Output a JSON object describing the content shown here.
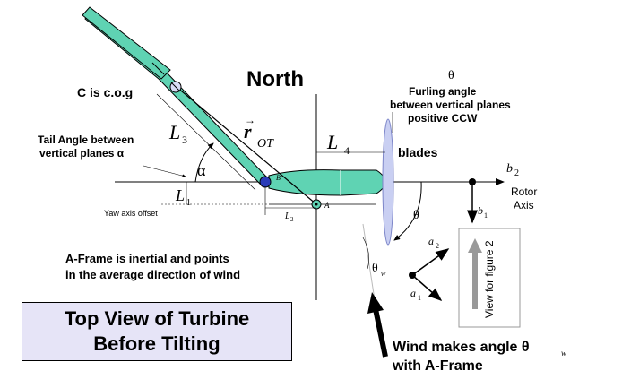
{
  "title": {
    "line1": "Top View of Turbine",
    "line2": "Before Tilting"
  },
  "labels": {
    "north": "North",
    "cog": "C is c.o.g",
    "theta_symbol": "θ",
    "furling_line1": "Furling angle",
    "furling_line2": "between vertical planes",
    "furling_line3": "positive CCW",
    "tail_angle_line1": "Tail Angle between",
    "tail_angle_line2": "vertical planes α",
    "alpha": "α",
    "L3": "L",
    "L3_sub": "3",
    "r_vec": "r",
    "r_sub": "OT",
    "L4": "L",
    "L4_sub": "4",
    "blades": "blades",
    "L1": "L",
    "L1_sub": "1",
    "L2": "L",
    "L2_sub": "2",
    "yaw_offset": "Yaw axis offset",
    "point_A": "A",
    "point_B": "B",
    "b2": "b",
    "b2_sub": "2",
    "b1": "b",
    "b1_sub": "1",
    "rotor_axis_line1": "Rotor",
    "rotor_axis_line2": "Axis",
    "a2": "a",
    "a2_sub": "2",
    "a1": "a",
    "a1_sub": "1",
    "theta_w": "θ",
    "theta_w_sub": "w",
    "theta_arc": "θ",
    "aframe_line1": "A-Frame is inertial and points",
    "aframe_line2": "in the average direction of wind",
    "view_fig2": "View for figure 2",
    "wind_line1": "Wind makes angle θ",
    "wind_sub": "w",
    "wind_line2": "with A-Frame"
  }
}
